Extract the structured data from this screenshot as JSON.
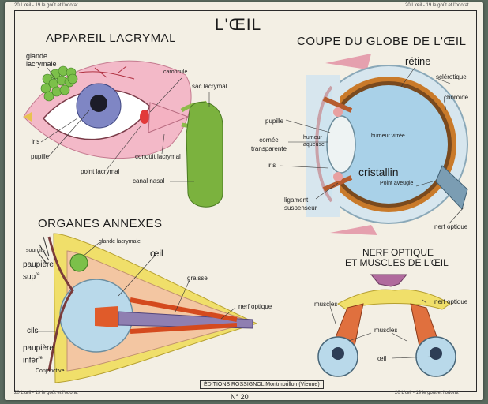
{
  "poster": {
    "title": "L'ŒIL",
    "corner_text": "20 L'œil - 19 le goût et l'odorat",
    "publisher": "ÉDITIONS ROSSIGNOL Montmorillon (Vienne)",
    "number": "N° 20"
  },
  "lacrimal": {
    "title": "APPAREIL LACRYMAL",
    "labels": {
      "gland": "glande lacrymale",
      "caroncule": "caroncule",
      "sac": "sac lacrymal",
      "iris": "iris",
      "pupil": "pupille",
      "point": "point lacrymal",
      "conduit": "conduit lacrymal",
      "canal": "canal nasal"
    }
  },
  "globe": {
    "title": "COUPE DU GLOBE DE L'ŒIL",
    "labels": {
      "retina": "rétine",
      "sclera": "sclérotique",
      "choroid": "choroïde",
      "pupil": "pupille",
      "aqueous": "humeur aqueuse",
      "vitreous": "humeur vitrée",
      "cornea": "cornée transparente",
      "iris": "iris",
      "lens": "cristallin",
      "blind": "Point aveugle",
      "ligament": "ligament suspenseur",
      "nerve": "nerf optique"
    }
  },
  "annexes": {
    "title": "ORGANES ANNEXES",
    "labels": {
      "gland": "glande lacrymale",
      "sourcils": "sourcils",
      "eye": "œil",
      "upper_lid": "paupière sup",
      "upper_lid_sup": "re",
      "fat": "graisse",
      "nerve": "nerf optique",
      "lashes": "cils",
      "lower_lid": "paupière infér",
      "lower_lid_sup": "re",
      "conj": "Conjonctive"
    }
  },
  "muscles": {
    "title_1": "NERF OPTIQUE",
    "title_2": "ET MUSCLES DE L'ŒIL",
    "labels": {
      "muscles_left": "muscles",
      "nerve": "nerf optique",
      "muscles_center": "muscles",
      "eye": "œil"
    }
  }
}
